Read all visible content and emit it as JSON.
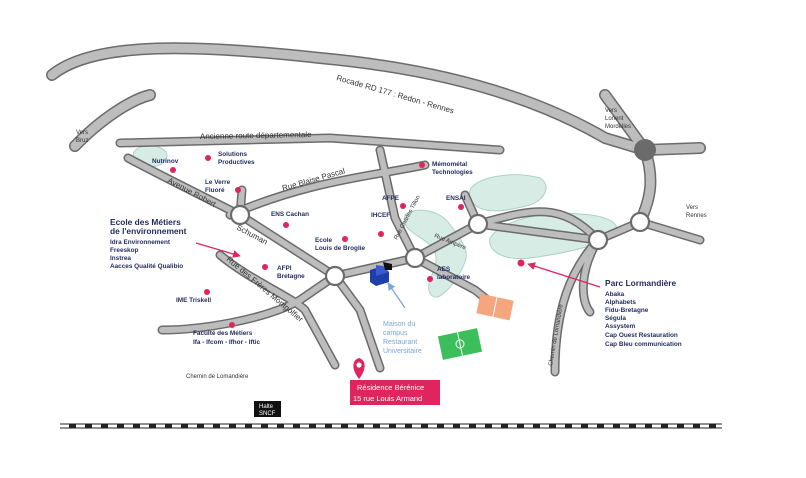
{
  "roads": {
    "rocade": "Rocade RD 177 : Redon - Rennes",
    "ancienne_route": "Ancienne route départementale",
    "blaise_pascal": "Rue Blaise Pascal",
    "avenue_robert_1": "Avenue Robert",
    "avenue_robert_2": "Schuman",
    "freres_montgolfier": "Rue des Frères Montgolfier",
    "chemin_lomandiere_bottom": "Chemin de Lomandière",
    "chemin_lomandiere_right": "Chemin de Lomandière",
    "rue_charles_tillon": "Rue Charles Tillon",
    "rue_ampere": "Rue Ampère"
  },
  "directions": {
    "vers_bruz": [
      "Vers",
      "Bruz"
    ],
    "vers_lorient": [
      "Vers",
      "Lorient",
      "Mordelles"
    ],
    "vers_rennes": [
      "Vers",
      "Rennes"
    ]
  },
  "places": {
    "nutrinov": "Nutrinov",
    "solutions_productives": [
      "Solutions",
      "Productives"
    ],
    "le_verre_fluore": [
      "Le Verre",
      "Fluoré"
    ],
    "ens_cachan": "ENS Cachan",
    "memometal": [
      "Mémométal",
      "Technologies"
    ],
    "afpe": "AFPE",
    "ensai": "ENSAI",
    "ihcef": "IHCEF",
    "ecole_broglie": [
      "Ecole",
      "Louis de Broglie"
    ],
    "afpi": [
      "AFPI",
      "Bretagne"
    ],
    "aes": [
      "AES",
      "laboratoire"
    ],
    "ime_triskell": "IME Triskell",
    "faculte_metiers": [
      "Faculté des Métiers",
      "Ifa - Ifcom - Ifhor - Iftic"
    ]
  },
  "ecole_environnement": {
    "title": [
      "Ecole des Métiers",
      "de l'environnement"
    ],
    "members": [
      "Idra Environnement",
      "Freeskop",
      "Instrea",
      "Aacces Qualité  Qualibio"
    ]
  },
  "parc_lormandiere": {
    "title": "Parc Lormandière",
    "members": [
      "Abaka",
      "Alphabets",
      "Fidu-Bretagne",
      "Ségula",
      "Assystem",
      "Cap Ouest Restauration",
      "Cap Bleu communication"
    ]
  },
  "restaurant": [
    "Maison du",
    "campus",
    "Restaurant",
    "Universitaire"
  ],
  "residence": {
    "name": "Résidence Bérénice",
    "address": "15 rue Louis Armand"
  },
  "halte_sncf": [
    "Halte",
    "SNCF"
  ],
  "colors": {
    "accent": "#e0245e",
    "text_blue": "#1f2a5c",
    "green_area": "#d6ece5",
    "road_casing": "#6b6b6b",
    "road_fill": "#bdbdbd",
    "restaurant_blue": "#7aa6d9",
    "sport_field_orange": "#f4a77f",
    "sport_field_green": "#3cbf5b"
  }
}
